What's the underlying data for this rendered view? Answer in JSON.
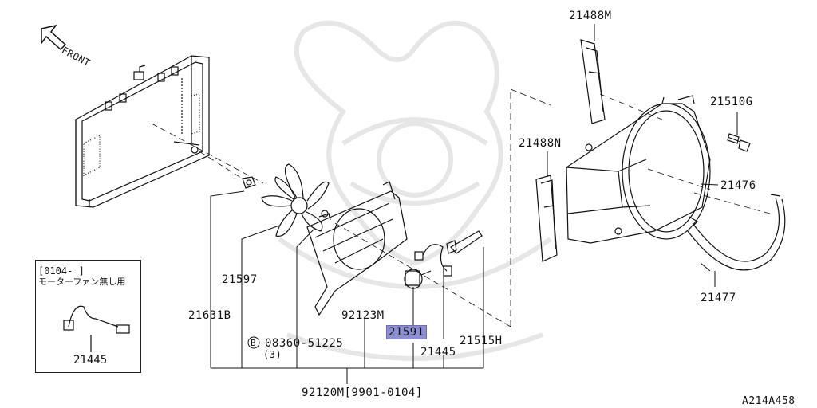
{
  "labels": {
    "front": "FRONT",
    "p21488M": "21488M",
    "p21510G": "21510G",
    "p21488N": "21488N",
    "p21476": "21476",
    "p21477": "21477",
    "p21597": "21597",
    "p21631B": "21631B",
    "p92123M": "92123M",
    "p21591": "21591",
    "p21515H": "21515H",
    "p21445": "21445",
    "bolt_code": "08360-51225",
    "bolt_circle": "B",
    "bolt_qty": "(3)",
    "assembly": "92120M[9901-0104]",
    "figure_id": "A214A458"
  },
  "inset": {
    "range": "[0104-      ]",
    "note": "モーターファン無し用",
    "part": "21445"
  },
  "highlight_color": "#8d8fd4"
}
